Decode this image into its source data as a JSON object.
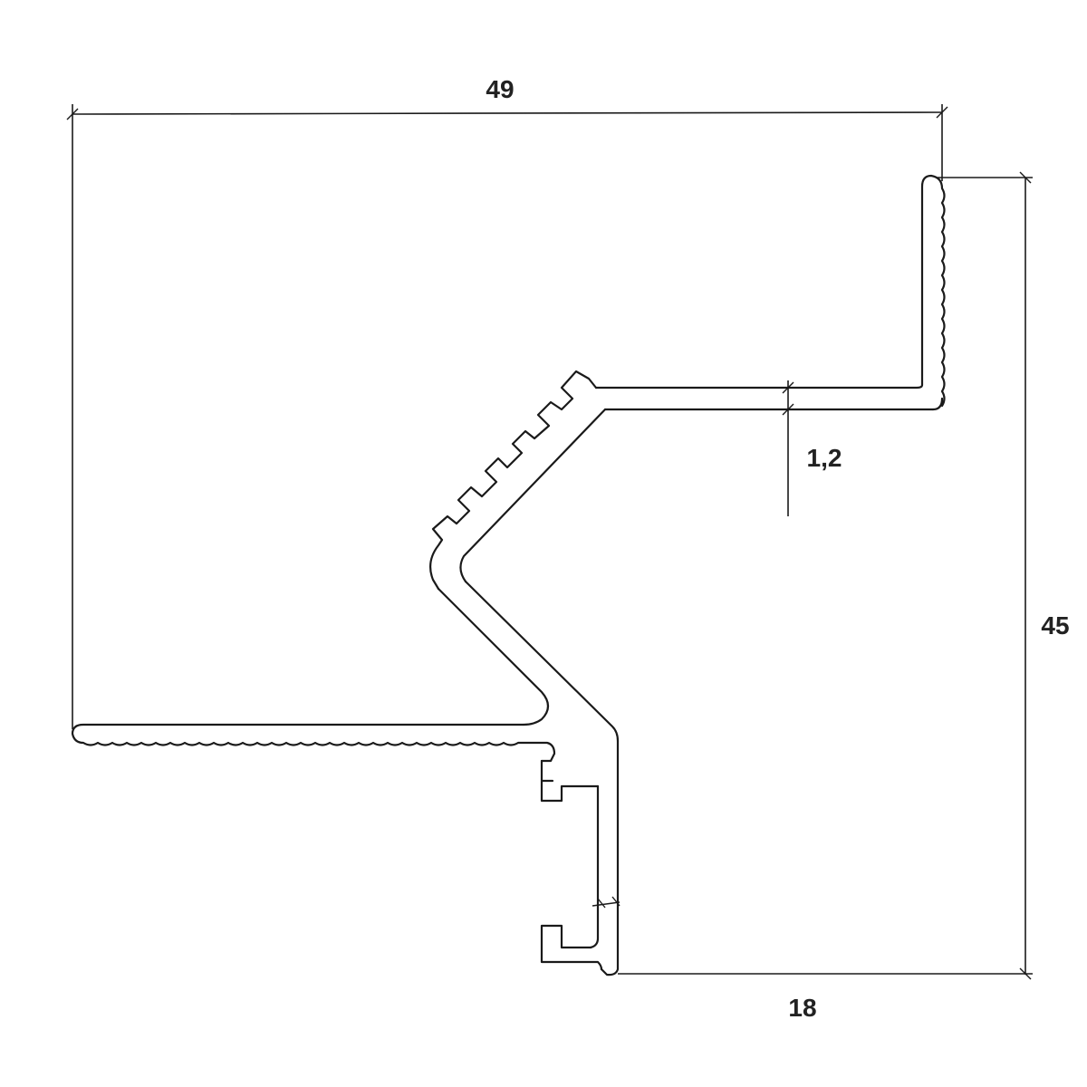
{
  "drawing": {
    "colors": {
      "line": "#1a1a1a",
      "text": "#222222",
      "background": "#ffffff"
    },
    "dimensions": {
      "overall_width": "49",
      "overall_height": "45",
      "bottom_length": "18",
      "wall_thickness": "1,2"
    }
  }
}
